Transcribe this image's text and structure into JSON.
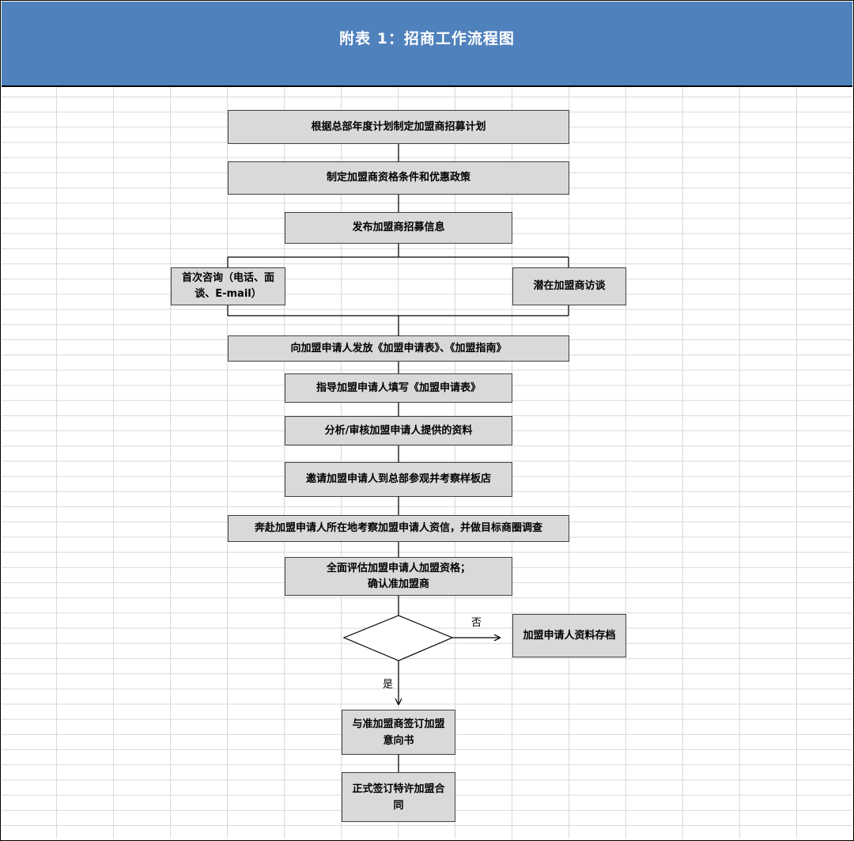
{
  "title": "附表 1：招商工作流程图",
  "steps": {
    "s1": "根据总部年度计划制定加盟商招募计划",
    "s2": "制定加盟商资格条件和优惠政策",
    "s3": "发布加盟商招募信息",
    "s4a": "首次咨询（电话、面\n谈、E-mail）",
    "s4b": "潜在加盟商访谈",
    "s5": "向加盟申请人发放《加盟申请表》、《加盟指南》",
    "s6": "指导加盟申请人填写《加盟申请表》",
    "s7": "分析/审核加盟申请人提供的资料",
    "s8": "邀请加盟申请人到总部参观并考察样板店",
    "s9": "奔赴加盟申请人所在地考察加盟申请人资信，并做目标商圈调查",
    "s10": "全面评估加盟申请人加盟资格；\n确认准加盟商",
    "s_no": "加盟申请人资料存档",
    "s11": "与准加盟商签订加盟\n意向书",
    "s12": "正式签订特许加盟合\n同"
  },
  "decision": {
    "no_label": "否",
    "yes_label": "是"
  },
  "colors": {
    "header_bg": "#4f81bd",
    "box_fill": "#d9d9d9"
  }
}
